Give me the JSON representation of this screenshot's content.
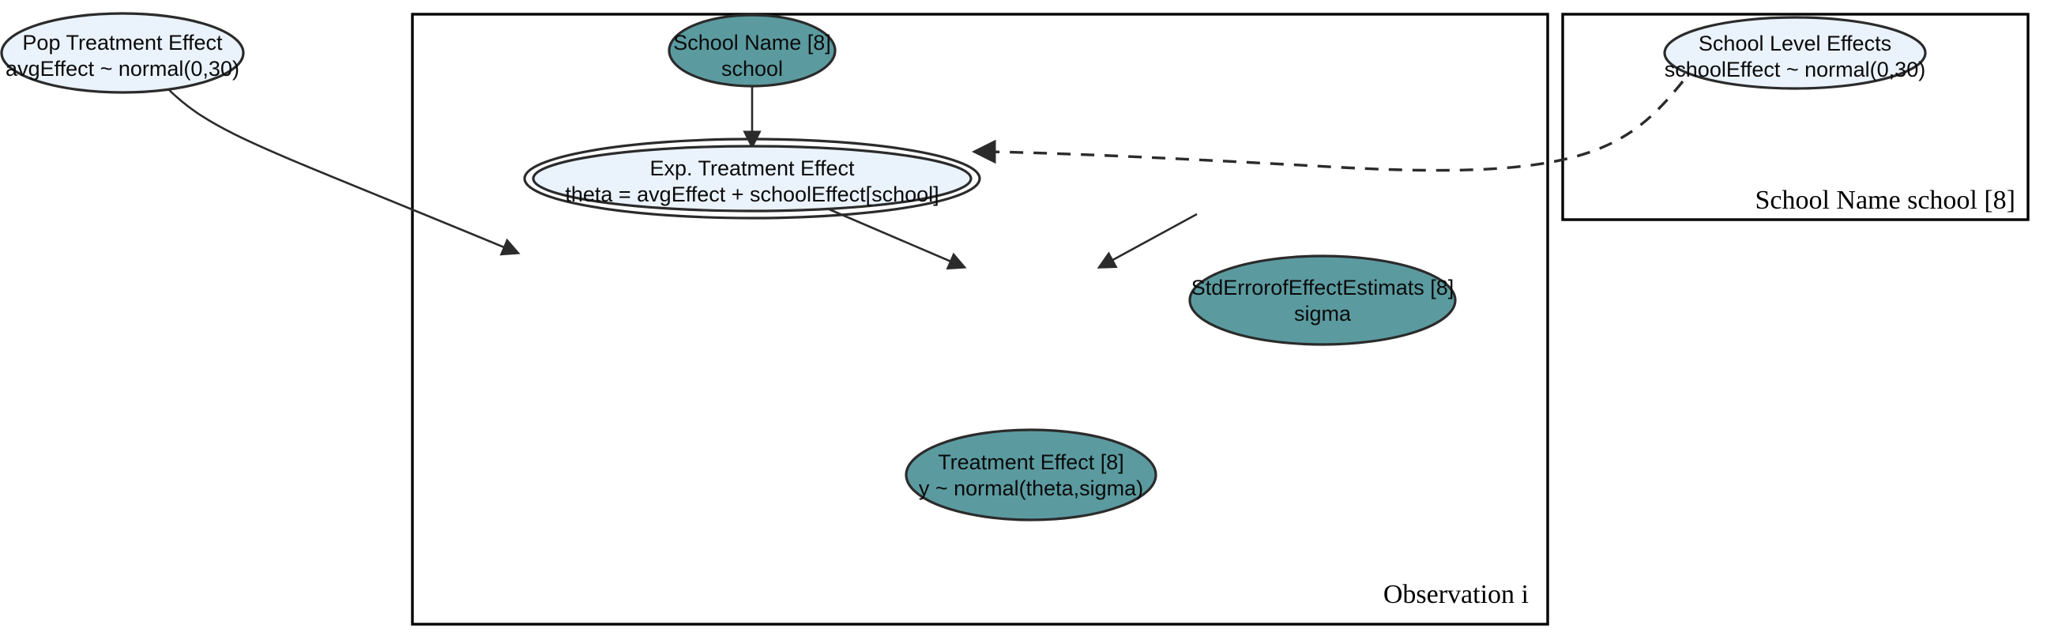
{
  "diagram": {
    "title": "Eight Schools hierarchical model graphical representation",
    "colors": {
      "latent_fill": "#eaf2fb",
      "observed_fill": "#5b9ba0",
      "stroke": "#2b2b2b",
      "plate_stroke": "#000000",
      "background": "#ffffff"
    },
    "nodes": [
      {
        "id": "avgEffect",
        "line1": "Pop Treatment Effect",
        "line2": "avgEffect ~ normal(0,30)",
        "style": "latent",
        "shape": "ellipse"
      },
      {
        "id": "school",
        "line1": "School Name [8]",
        "line2": "school",
        "style": "observed",
        "shape": "ellipse"
      },
      {
        "id": "theta",
        "line1": "Exp. Treatment Effect",
        "line2": "theta = avgEffect + schoolEffect[school]",
        "style": "latent",
        "shape": "double-ellipse"
      },
      {
        "id": "sigma",
        "line1": "StdErrorofEffectEstimats [8]",
        "line2": "sigma",
        "style": "observed",
        "shape": "ellipse"
      },
      {
        "id": "y",
        "line1": "Treatment Effect [8]",
        "line2": "y ~ normal(theta,sigma)",
        "style": "observed",
        "shape": "ellipse"
      },
      {
        "id": "schoolEffect",
        "line1": "School Level Effects",
        "line2": "schoolEffect ~ normal(0,30)",
        "style": "latent",
        "shape": "ellipse"
      }
    ],
    "plates": [
      {
        "id": "observation-plate",
        "label": "Observation i"
      },
      {
        "id": "school-plate",
        "label": "School Name school [8]"
      }
    ],
    "edges": [
      {
        "from": "avgEffect",
        "to": "theta",
        "style": "solid"
      },
      {
        "from": "school",
        "to": "theta",
        "style": "solid"
      },
      {
        "from": "schoolEffect",
        "to": "theta",
        "style": "dashed"
      },
      {
        "from": "theta",
        "to": "y",
        "style": "solid"
      },
      {
        "from": "sigma",
        "to": "y",
        "style": "solid"
      }
    ]
  }
}
